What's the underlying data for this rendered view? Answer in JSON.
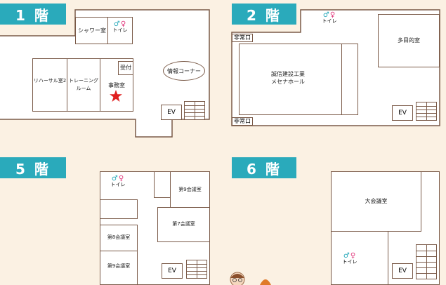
{
  "floors": {
    "f1": {
      "title": "1 階",
      "rooms": {
        "shower": "シャワー室",
        "toilet": "トイレ",
        "rehearsal": "リハーサル室2",
        "training_line1": "トレーニング",
        "training_line2": "ルーム",
        "reception": "受付",
        "office": "事務室",
        "info_corner": "情報コーナー",
        "ev": "EV"
      },
      "current_location_icon": "red-star"
    },
    "f2": {
      "title": "2 階",
      "rooms": {
        "toilet": "トイレ",
        "multipurpose": "多目的室",
        "hall_line1": "誠信建設工業",
        "hall_line2": "メセナホール",
        "emergency_exit_top": "非常口",
        "emergency_exit_bottom": "非常口",
        "ev": "EV"
      }
    },
    "f5": {
      "title": "5 階",
      "rooms": {
        "toilet": "トイレ",
        "meeting9_top": "第9会議室",
        "meeting7": "第7会議室",
        "meeting8": "第8会議室",
        "meeting9_bottom": "第9会議室",
        "ev": "EV"
      }
    },
    "f6": {
      "title": "6 階",
      "rooms": {
        "large_meeting": "大会議室",
        "toilet": "トイレ",
        "ev": "EV"
      }
    }
  },
  "toilet_icons": {
    "male": "♂",
    "female": "♀"
  },
  "colors": {
    "tab": "#2aaabb",
    "wall": "#7a5a48",
    "background": "#fbf1e3",
    "star": "#e02020"
  }
}
